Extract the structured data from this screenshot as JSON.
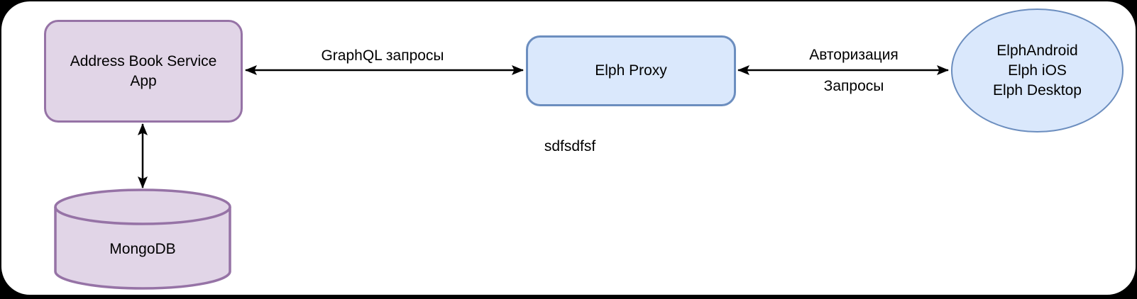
{
  "canvas": {
    "page_background": "#000000",
    "background": "#ffffff",
    "arrow_color": "#000000"
  },
  "nodes": {
    "address_book": {
      "shape": "rounded-rectangle",
      "lines": [
        "Address Book Service",
        "App"
      ],
      "fill": "#E1D5E7",
      "stroke": "#9673A6"
    },
    "mongodb": {
      "shape": "cylinder",
      "label": "MongoDB",
      "fill": "#E1D5E7",
      "stroke": "#9673A6"
    },
    "elph_proxy": {
      "shape": "rounded-rectangle",
      "label": "Elph Proxy",
      "fill": "#DAE8FC",
      "stroke": "#6C8EBF"
    },
    "clients": {
      "shape": "ellipse",
      "lines": [
        "ElphAndroid",
        "Elph iOS",
        "Elph Desktop"
      ],
      "fill": "#DAE8FC",
      "stroke": "#6C8EBF"
    }
  },
  "edges": {
    "graphql": {
      "type": "bidirectional-arrow",
      "label": "GraphQL запросы"
    },
    "auth": {
      "type": "bidirectional-arrow",
      "labels": [
        "Авторизация",
        "Запросы"
      ]
    },
    "app_db": {
      "type": "bidirectional-arrow"
    }
  },
  "annotations": {
    "free_text": "sdfsdfsf"
  }
}
